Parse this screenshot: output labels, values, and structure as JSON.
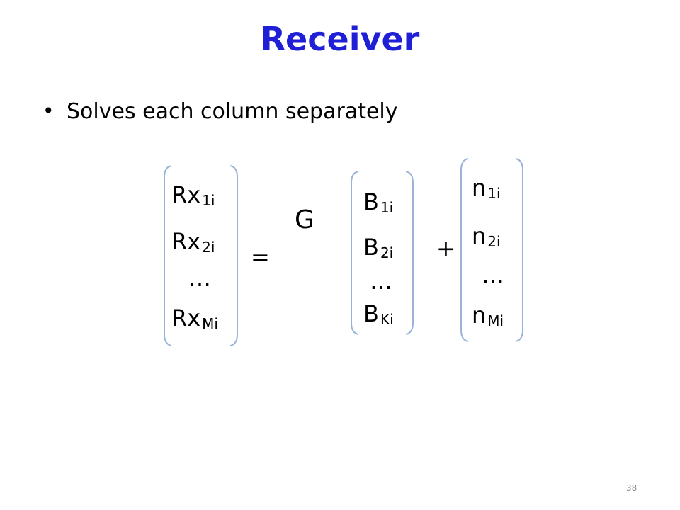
{
  "slide": {
    "title": "Receiver",
    "bullet": "Solves each column separately",
    "page_number": "38"
  },
  "equation": {
    "lhs": [
      {
        "base": "Rx",
        "sub": "1i"
      },
      {
        "base": "Rx",
        "sub": "2i"
      },
      {
        "base": "…",
        "sub": ""
      },
      {
        "base": "Rx",
        "sub": "Mi"
      }
    ],
    "equals": "=",
    "matrix": "G",
    "b_vector": [
      {
        "base": "B",
        "sub": "1i"
      },
      {
        "base": "B",
        "sub": "2i"
      },
      {
        "base": "…",
        "sub": ""
      },
      {
        "base": "B",
        "sub": "Ki"
      }
    ],
    "plus": "+",
    "noise": [
      {
        "base": "n",
        "sub": "1i"
      },
      {
        "base": "n",
        "sub": "2i"
      },
      {
        "base": "…",
        "sub": ""
      },
      {
        "base": "n",
        "sub": "Mi"
      }
    ]
  },
  "colors": {
    "title": "#1f1fd6",
    "bracket": "#9ab4d9",
    "page_number": "#8a8a8a"
  }
}
